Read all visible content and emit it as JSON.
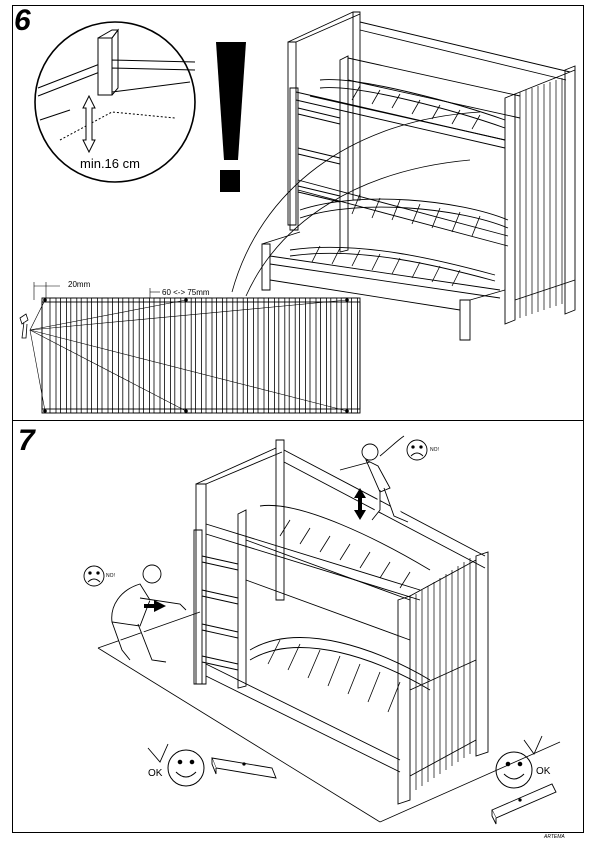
{
  "steps": {
    "six": "6",
    "seven": "7"
  },
  "step6": {
    "min_height_label": "min.16 cm",
    "slat_end_gap_label": "20mm",
    "slat_spacing_label": "60 <-> 75mm",
    "warning_mark": "!"
  },
  "step7": {
    "no_label_left": "NO!",
    "no_label_right": "NO!",
    "ok_label_left": "OK",
    "ok_label_right": "OK"
  },
  "footer": {
    "brand": "ARTEMA"
  }
}
